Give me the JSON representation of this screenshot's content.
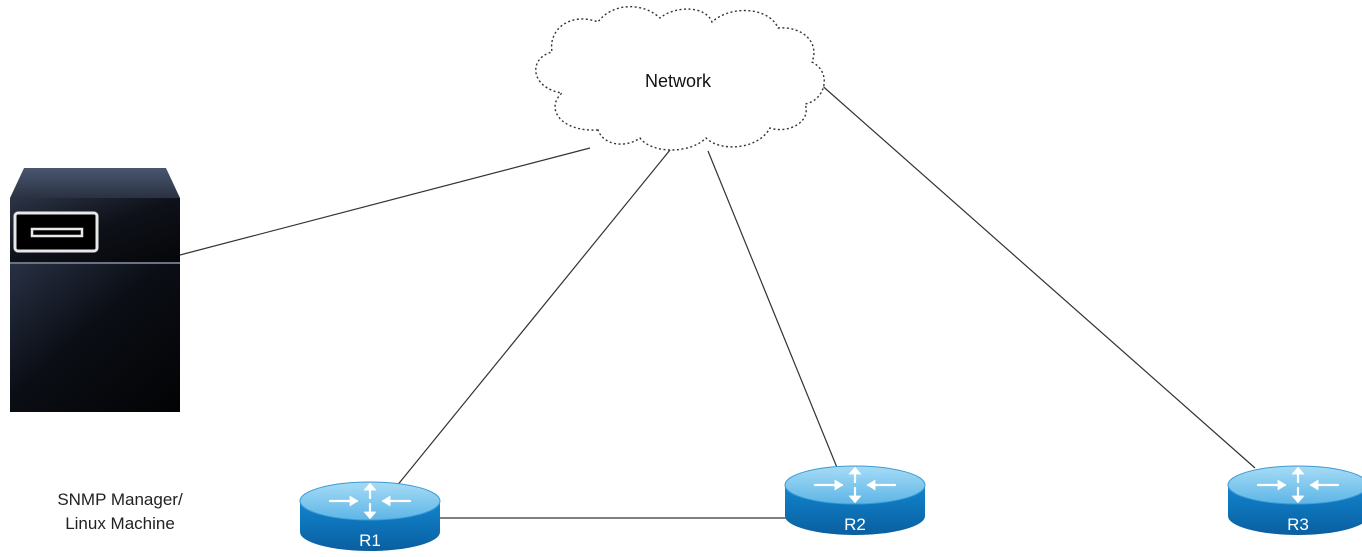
{
  "network": {
    "label": "Network"
  },
  "manager": {
    "label_line1": "SNMP Manager/",
    "label_line2": "Linux Machine"
  },
  "routers": [
    {
      "id": "r1",
      "label": "R1"
    },
    {
      "id": "r2",
      "label": "R2"
    },
    {
      "id": "r3",
      "label": "R3"
    }
  ],
  "colors": {
    "router_top": "#7fcaf0",
    "router_side": "#0c70b8",
    "server_body": "#1c2230",
    "link": "#333333",
    "cloud_outline": "#333333"
  }
}
